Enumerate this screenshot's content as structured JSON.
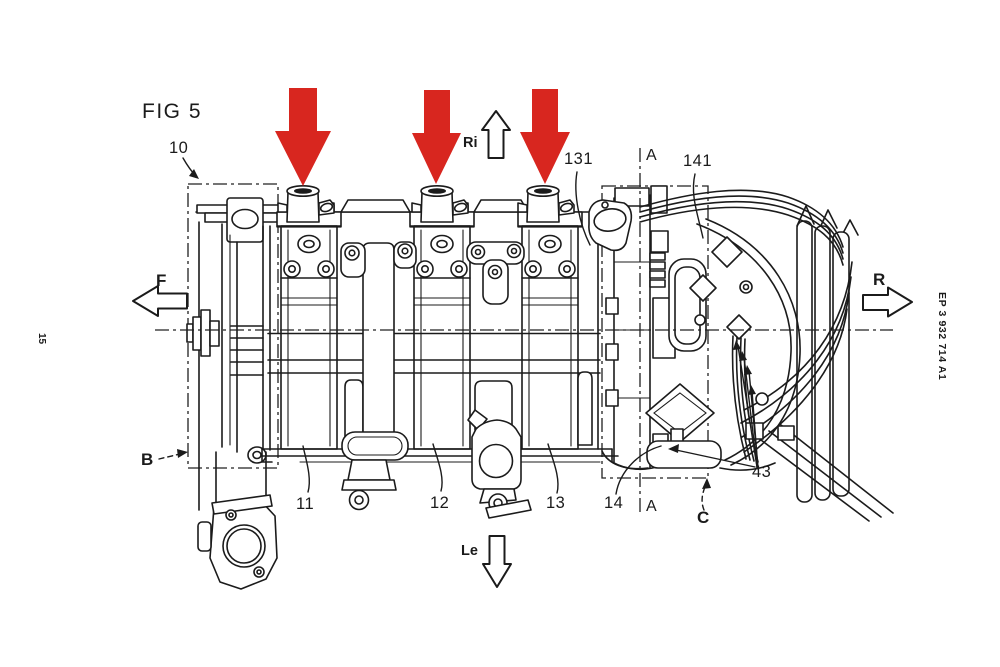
{
  "figure": {
    "label": "FIG 5"
  },
  "page": {
    "sheet_number": "15",
    "patent_number": "EP 3 932 714 A1"
  },
  "reference_numerals": {
    "n10": "10",
    "n131": "131",
    "n141": "141",
    "n11": "11",
    "n12": "12",
    "n13": "13",
    "n14": "14",
    "n43": "43"
  },
  "direction_arrows": {
    "f": "F",
    "r": "R",
    "ri": "Ri",
    "le": "Le"
  },
  "section_markers": {
    "a_top": "A",
    "a_bottom": "A",
    "b": "B",
    "c": "C"
  },
  "highlight": {
    "color": "#d8261f",
    "arrow_count": "3"
  }
}
